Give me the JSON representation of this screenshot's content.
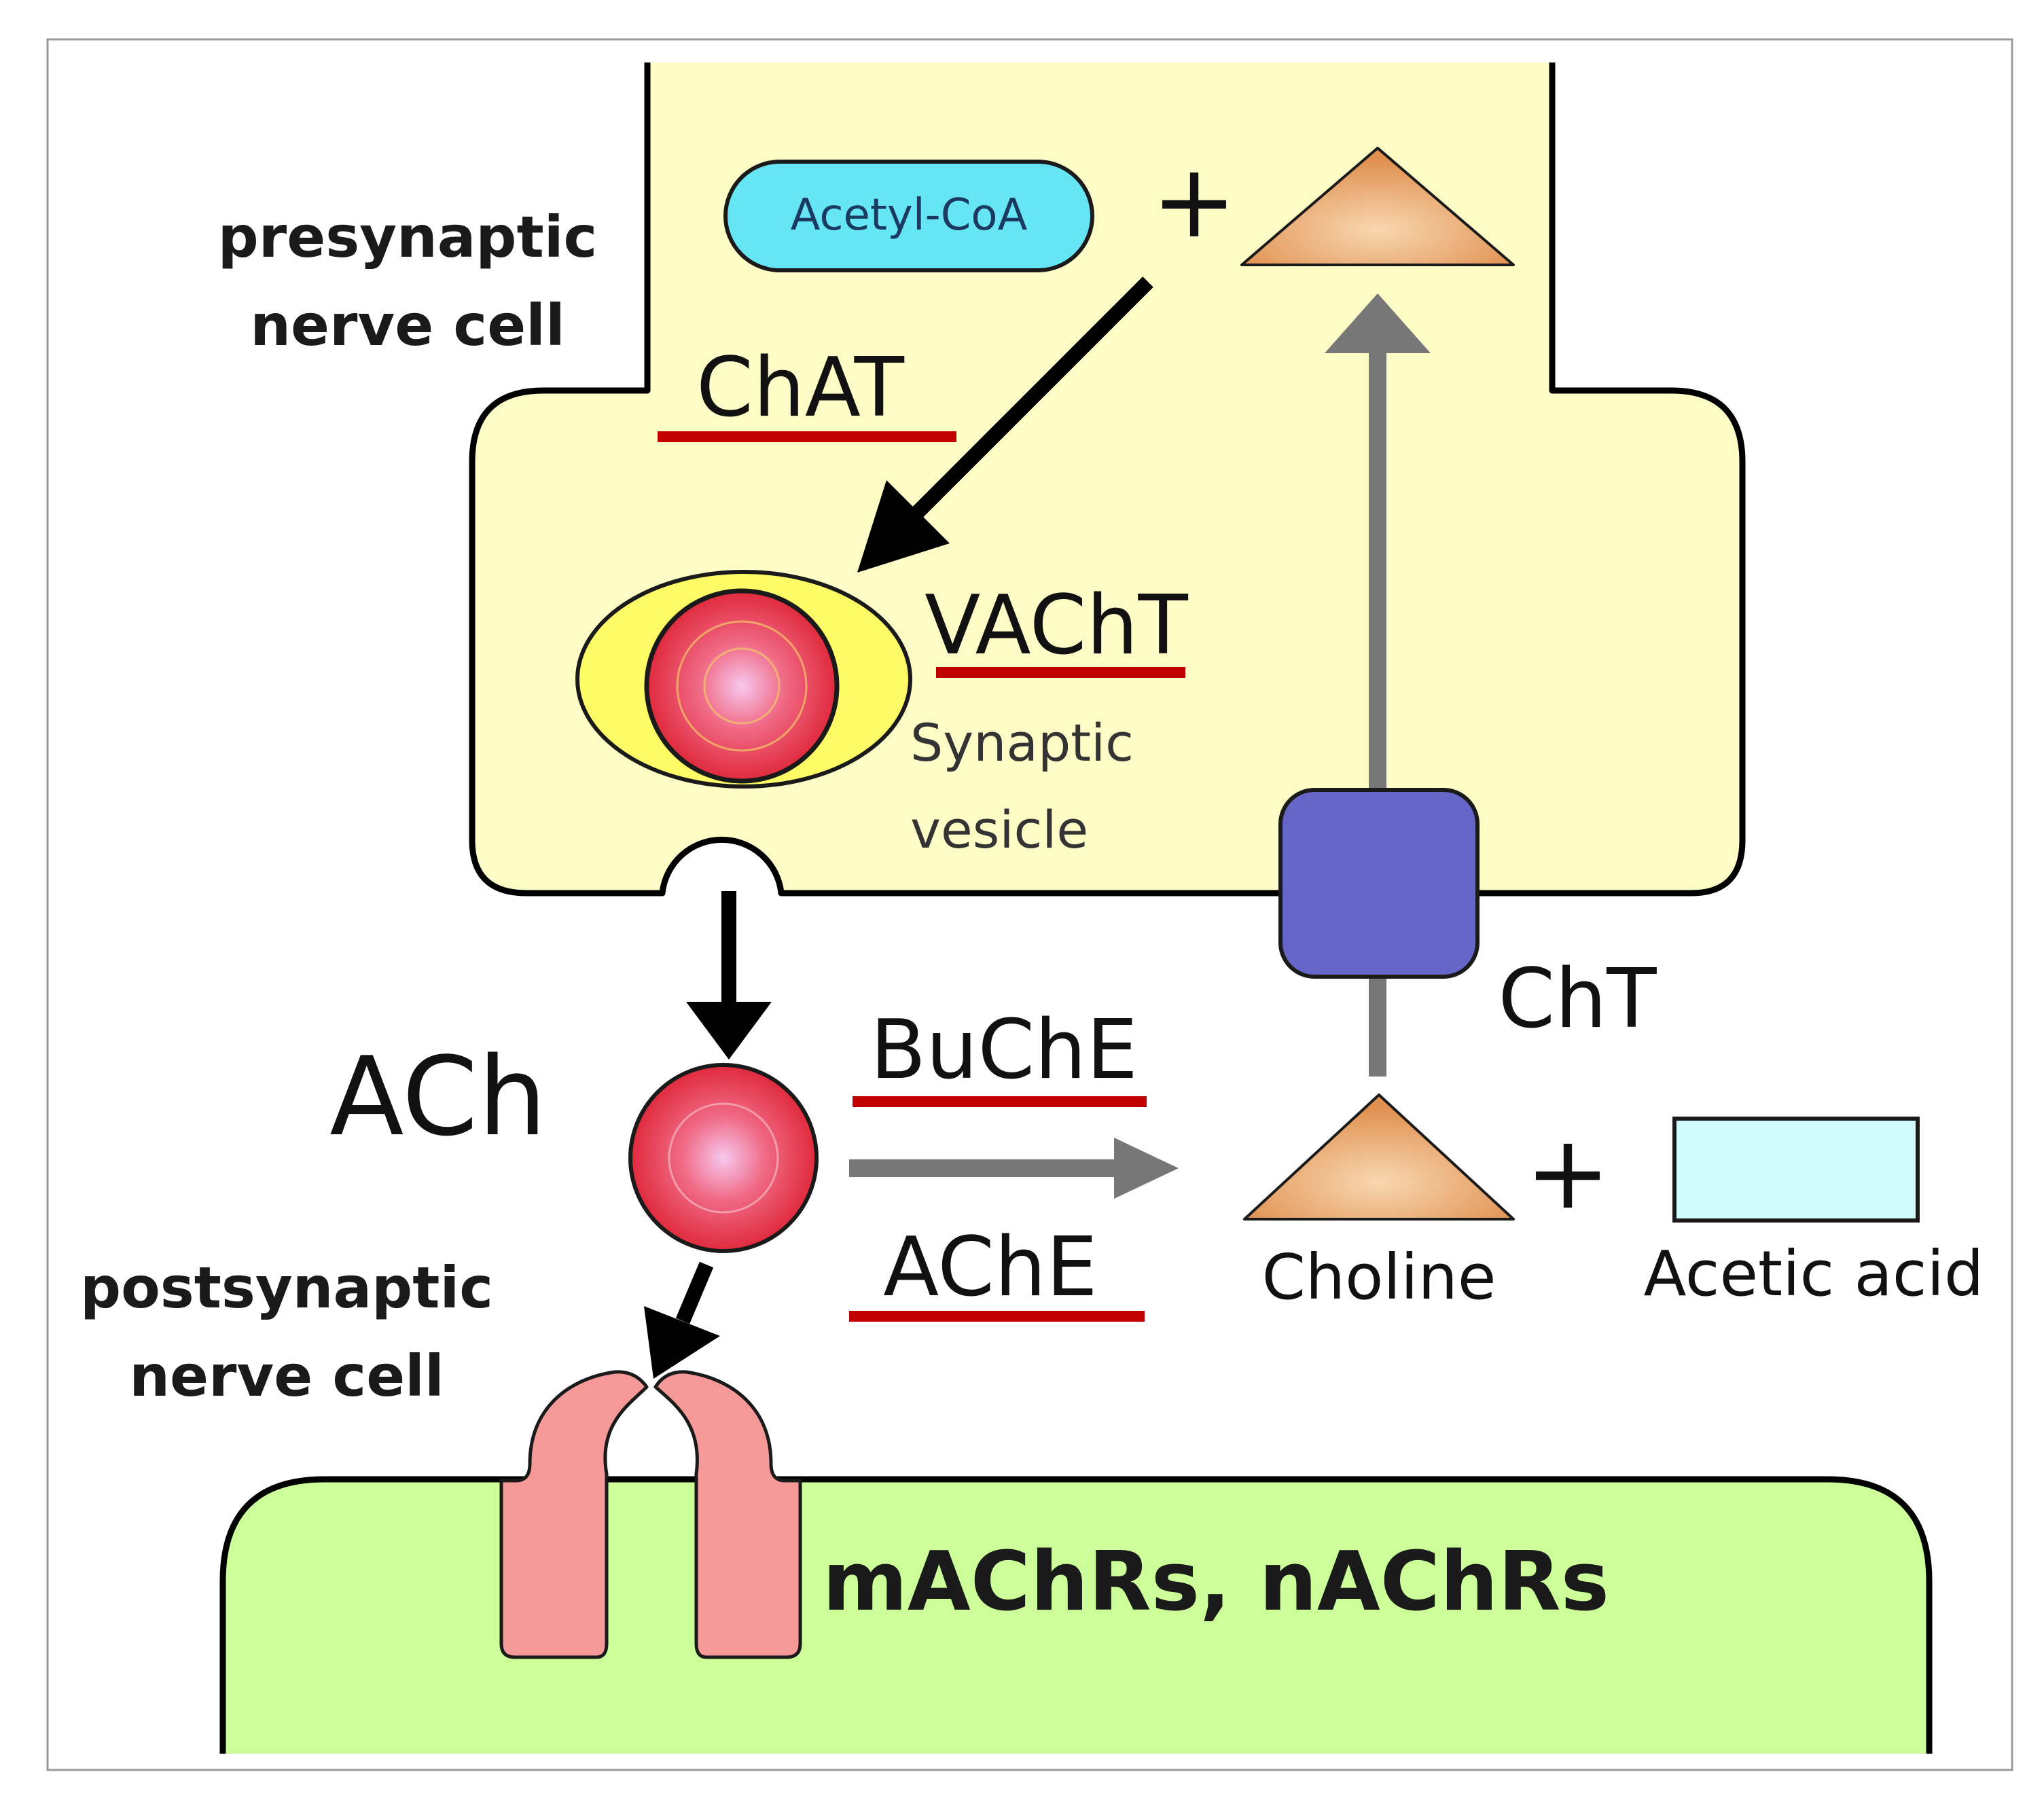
{
  "labels": {
    "presynaptic_line1": "presynaptic",
    "presynaptic_line2": "nerve cell",
    "postsynaptic_line1": "postsynaptic",
    "postsynaptic_line2": "nerve cell",
    "acetyl_coa": "Acetyl-CoA",
    "plus_top": "+",
    "chat": "ChAT",
    "vacht": "VAChT",
    "vesicle_line1": "Synaptic",
    "vesicle_line2": "vesicle",
    "ach": "ACh",
    "buche": "BuChE",
    "ache": "AChE",
    "cht": "ChT",
    "choline": "Choline",
    "plus_bottom": "+",
    "acetic_acid": "Acetic acid",
    "receptors": "mAChRs, nAChRs"
  },
  "colors": {
    "presynaptic_fill": "#fdfbc6",
    "postsynaptic_fill": "#ccff99",
    "acetyl_coa_fill": "#66e6f5",
    "choline_fill": "#e8a468",
    "acetic_acid_fill": "#d2fbfd",
    "transporter_fill": "#6566c8",
    "vesicle_fill": "#fdfc66",
    "ach_fill": "#ee4455",
    "receptor_fill": "#f59a98",
    "enzyme_underline": "#c00000",
    "black_arrow": "#000000",
    "gray_arrow": "#777777"
  }
}
